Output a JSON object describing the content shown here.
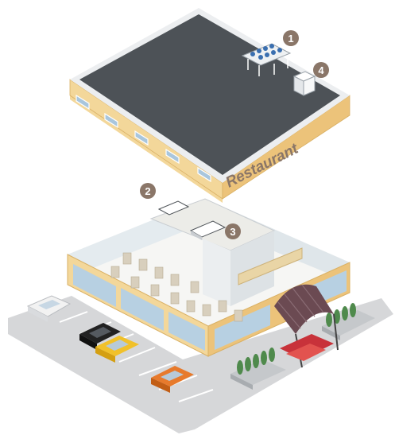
{
  "sign": {
    "text": "Restaurant"
  },
  "callouts": [
    {
      "number": "1"
    },
    {
      "number": "2"
    },
    {
      "number": "3"
    },
    {
      "number": "4"
    }
  ],
  "colors": {
    "roof": "#4d5257",
    "roof_edge": "#eceef0",
    "wall_light": "#f3d79a",
    "wall_dark": "#ecc37a",
    "window": "#a9c6dd",
    "glass": "#b7d0e2",
    "ground": "#d6d7d9",
    "callout": "#8a7668",
    "sign_text": "#8a7668",
    "awning": "#6b4a52",
    "carpet": "#c8323a",
    "car_orange": "#e77a2c",
    "car_yellow": "#f1c12a",
    "car_black": "#222222",
    "car_white": "#f2f2f2",
    "shrub": "#4f8a4c"
  },
  "icons": [
    "condenser-unit-icon",
    "ahu-box-icon",
    "ceiling-unit-icon",
    "car-icon",
    "shrub-icon",
    "awning-icon"
  ]
}
